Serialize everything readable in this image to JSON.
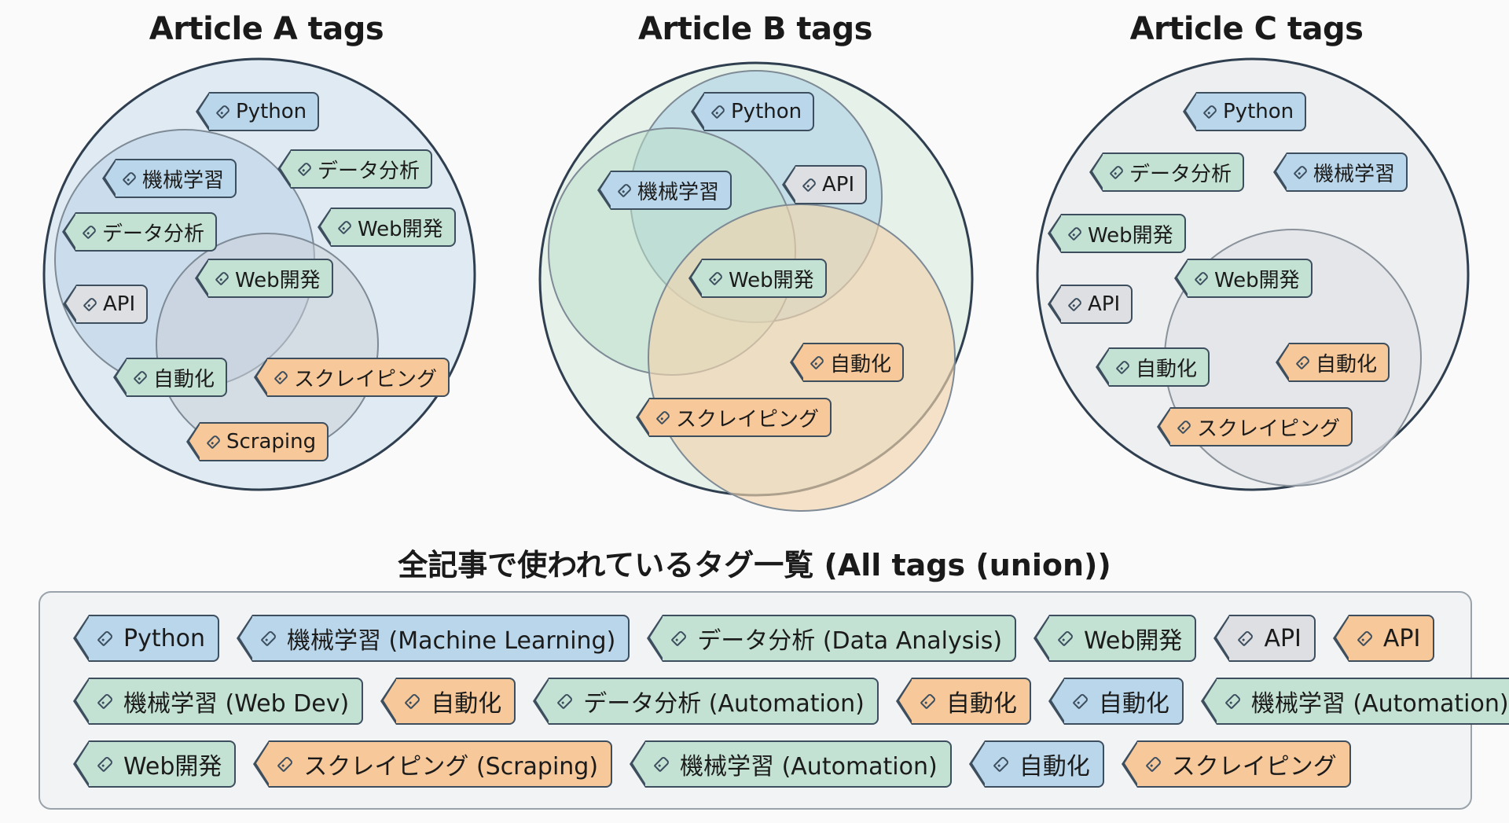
{
  "articles": [
    {
      "title": "Article A tags",
      "tags": [
        {
          "label": "Python",
          "color": "blue"
        },
        {
          "label": "機械学習",
          "color": "blue"
        },
        {
          "label": "データ分析",
          "color": "green"
        },
        {
          "label": "データ分析",
          "color": "green"
        },
        {
          "label": "Web開発",
          "color": "green"
        },
        {
          "label": "Web開発",
          "color": "green"
        },
        {
          "label": "API",
          "color": "gray"
        },
        {
          "label": "自動化",
          "color": "green"
        },
        {
          "label": "スクレイピング",
          "color": "orange"
        },
        {
          "label": "Scraping",
          "color": "orange"
        }
      ]
    },
    {
      "title": "Article B tags",
      "tags": [
        {
          "label": "Python",
          "color": "blue"
        },
        {
          "label": "機械学習",
          "color": "blue"
        },
        {
          "label": "API",
          "color": "gray"
        },
        {
          "label": "Web開発",
          "color": "green"
        },
        {
          "label": "自動化",
          "color": "orange"
        },
        {
          "label": "スクレイピング",
          "color": "orange"
        }
      ]
    },
    {
      "title": "Article C tags",
      "tags": [
        {
          "label": "Python",
          "color": "blue"
        },
        {
          "label": "データ分析",
          "color": "green"
        },
        {
          "label": "機械学習",
          "color": "blue"
        },
        {
          "label": "Web開発",
          "color": "green"
        },
        {
          "label": "Web開発",
          "color": "green"
        },
        {
          "label": "API",
          "color": "gray"
        },
        {
          "label": "自動化",
          "color": "green"
        },
        {
          "label": "自動化",
          "color": "orange"
        },
        {
          "label": "スクレイピング",
          "color": "orange"
        }
      ]
    }
  ],
  "union": {
    "title": "全記事で使われているタグ一覧 (All tags (union))",
    "rows": [
      [
        {
          "label": "Python",
          "color": "blue"
        },
        {
          "label": "機械学習 (Machine Learning)",
          "color": "blue"
        },
        {
          "label": "データ分析 (Data Analysis)",
          "color": "green"
        },
        {
          "label": "Web開発",
          "color": "green"
        },
        {
          "label": "API",
          "color": "gray"
        },
        {
          "label": "API",
          "color": "orange"
        }
      ],
      [
        {
          "label": "機械学習 (Web Dev)",
          "color": "green"
        },
        {
          "label": "自動化",
          "color": "orange"
        },
        {
          "label": "データ分析 (Automation)",
          "color": "green"
        },
        {
          "label": "自動化",
          "color": "orange"
        },
        {
          "label": "自動化",
          "color": "blue"
        },
        {
          "label": "機械学習 (Automation)",
          "color": "green"
        }
      ],
      [
        {
          "label": "Web開発",
          "color": "green"
        },
        {
          "label": "スクレイピング (Scraping)",
          "color": "orange"
        },
        {
          "label": "機械学習 (Automation)",
          "color": "green"
        },
        {
          "label": "自動化",
          "color": "blue"
        },
        {
          "label": "スクレイピング",
          "color": "orange"
        }
      ]
    ]
  },
  "colors": {
    "blue": "#b9d6ea",
    "green": "#c3e2d3",
    "gray": "#dddfe2",
    "orange": "#f6c89a",
    "outline": "#3d4e5e"
  }
}
